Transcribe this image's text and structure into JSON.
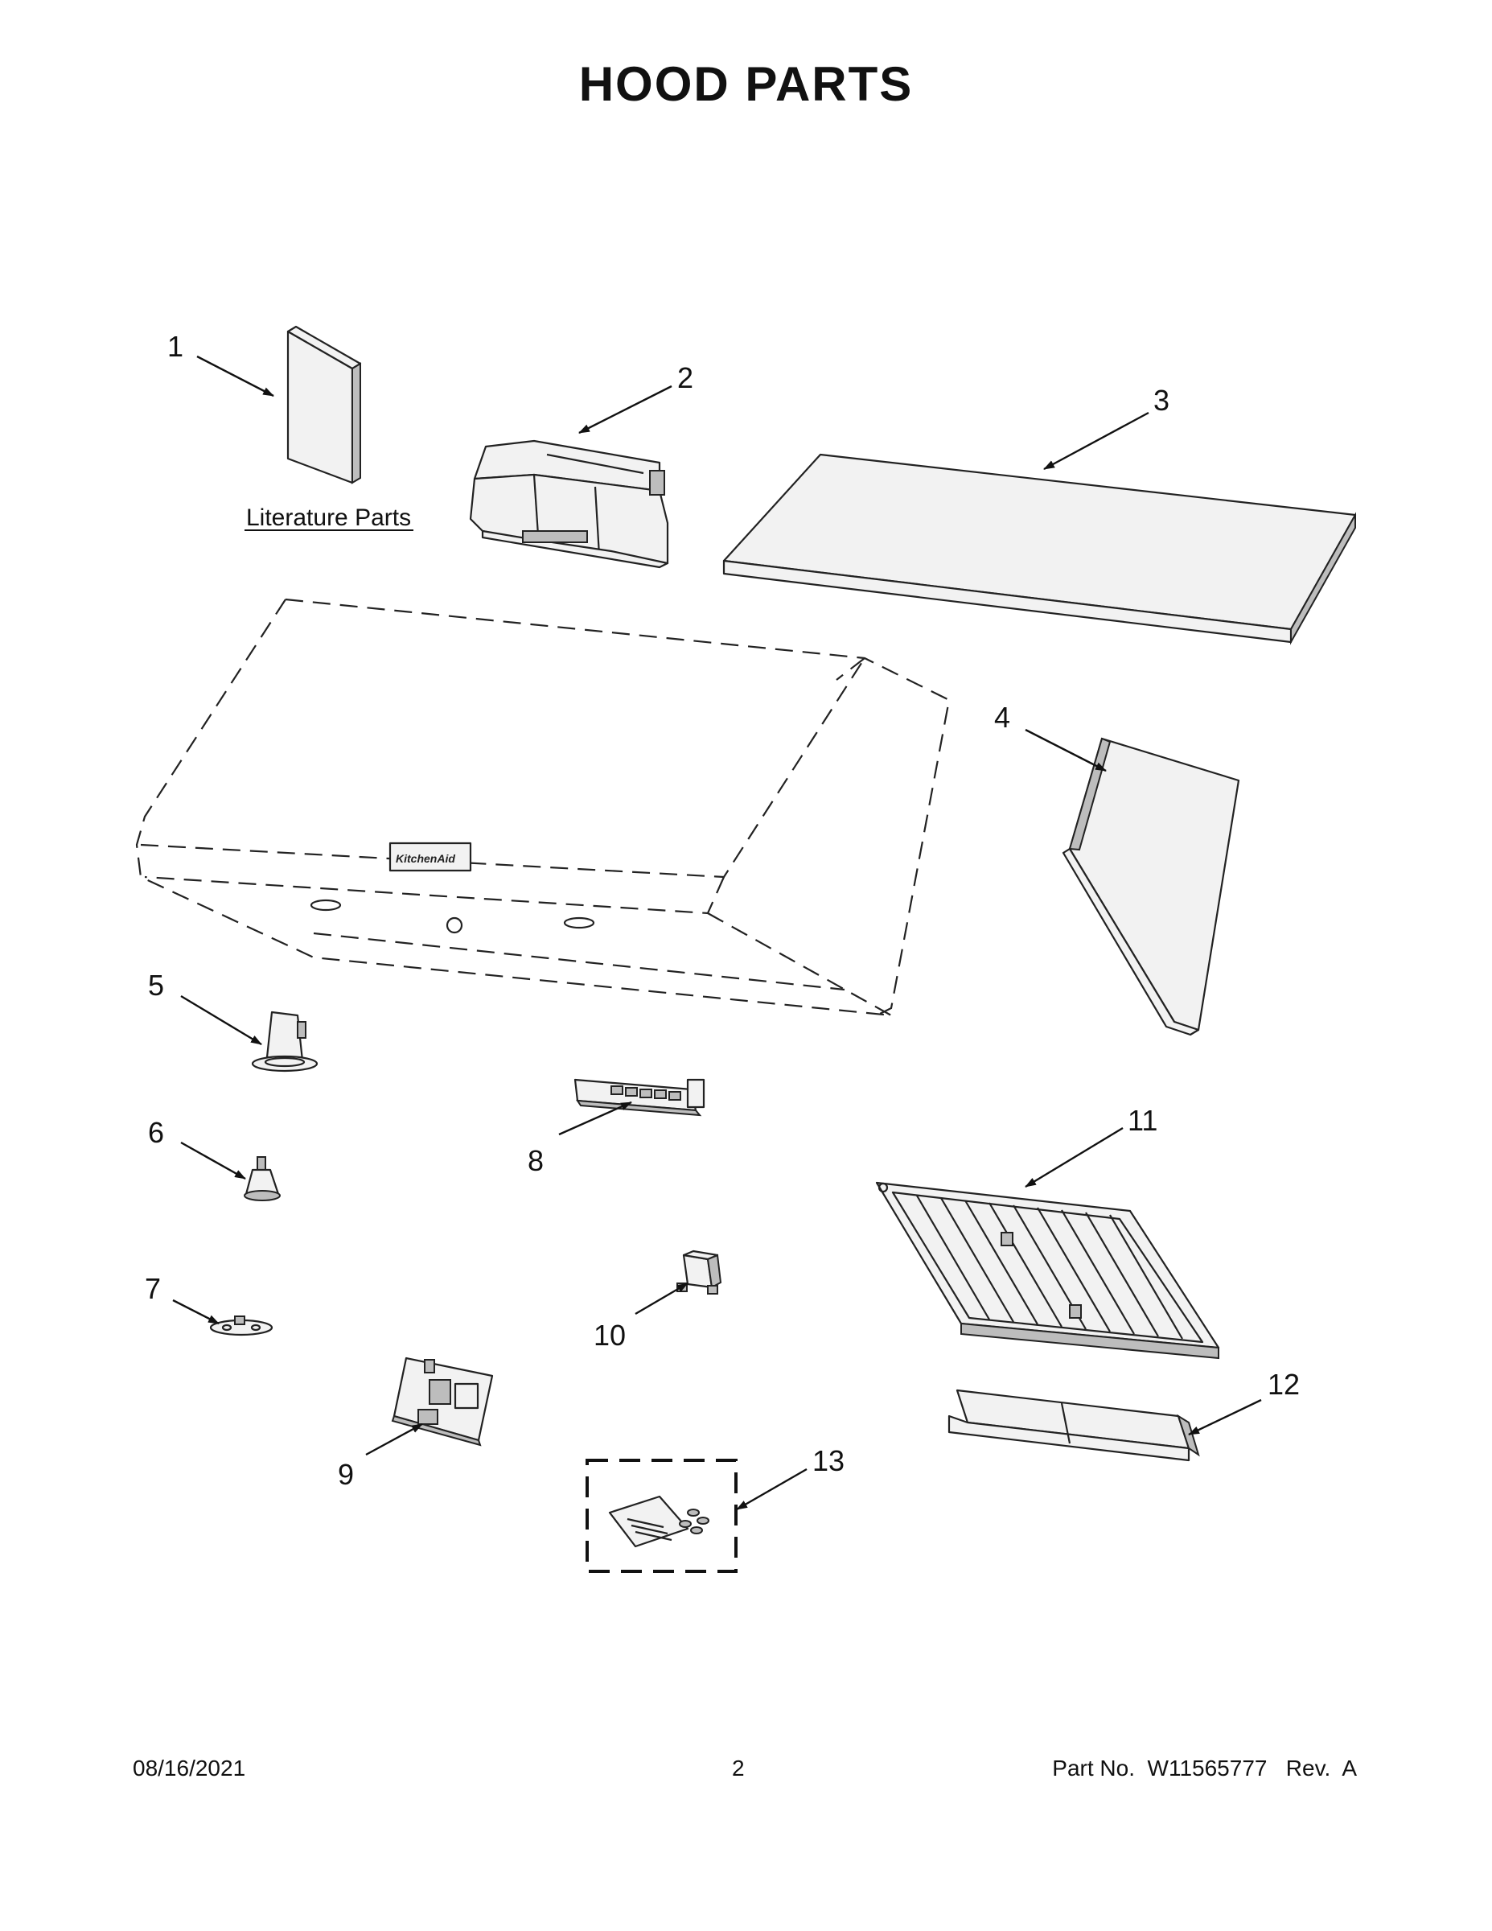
{
  "title": "HOOD PARTS",
  "literature_label": "Literature Parts",
  "callouts": [
    "1",
    "2",
    "3",
    "4",
    "5",
    "6",
    "7",
    "8",
    "9",
    "10",
    "11",
    "12",
    "13"
  ],
  "logo_text": "KitchenAid",
  "footer": {
    "date": "08/16/2021",
    "page": "2",
    "part": "Part No.  W11565777   Rev.  A"
  }
}
